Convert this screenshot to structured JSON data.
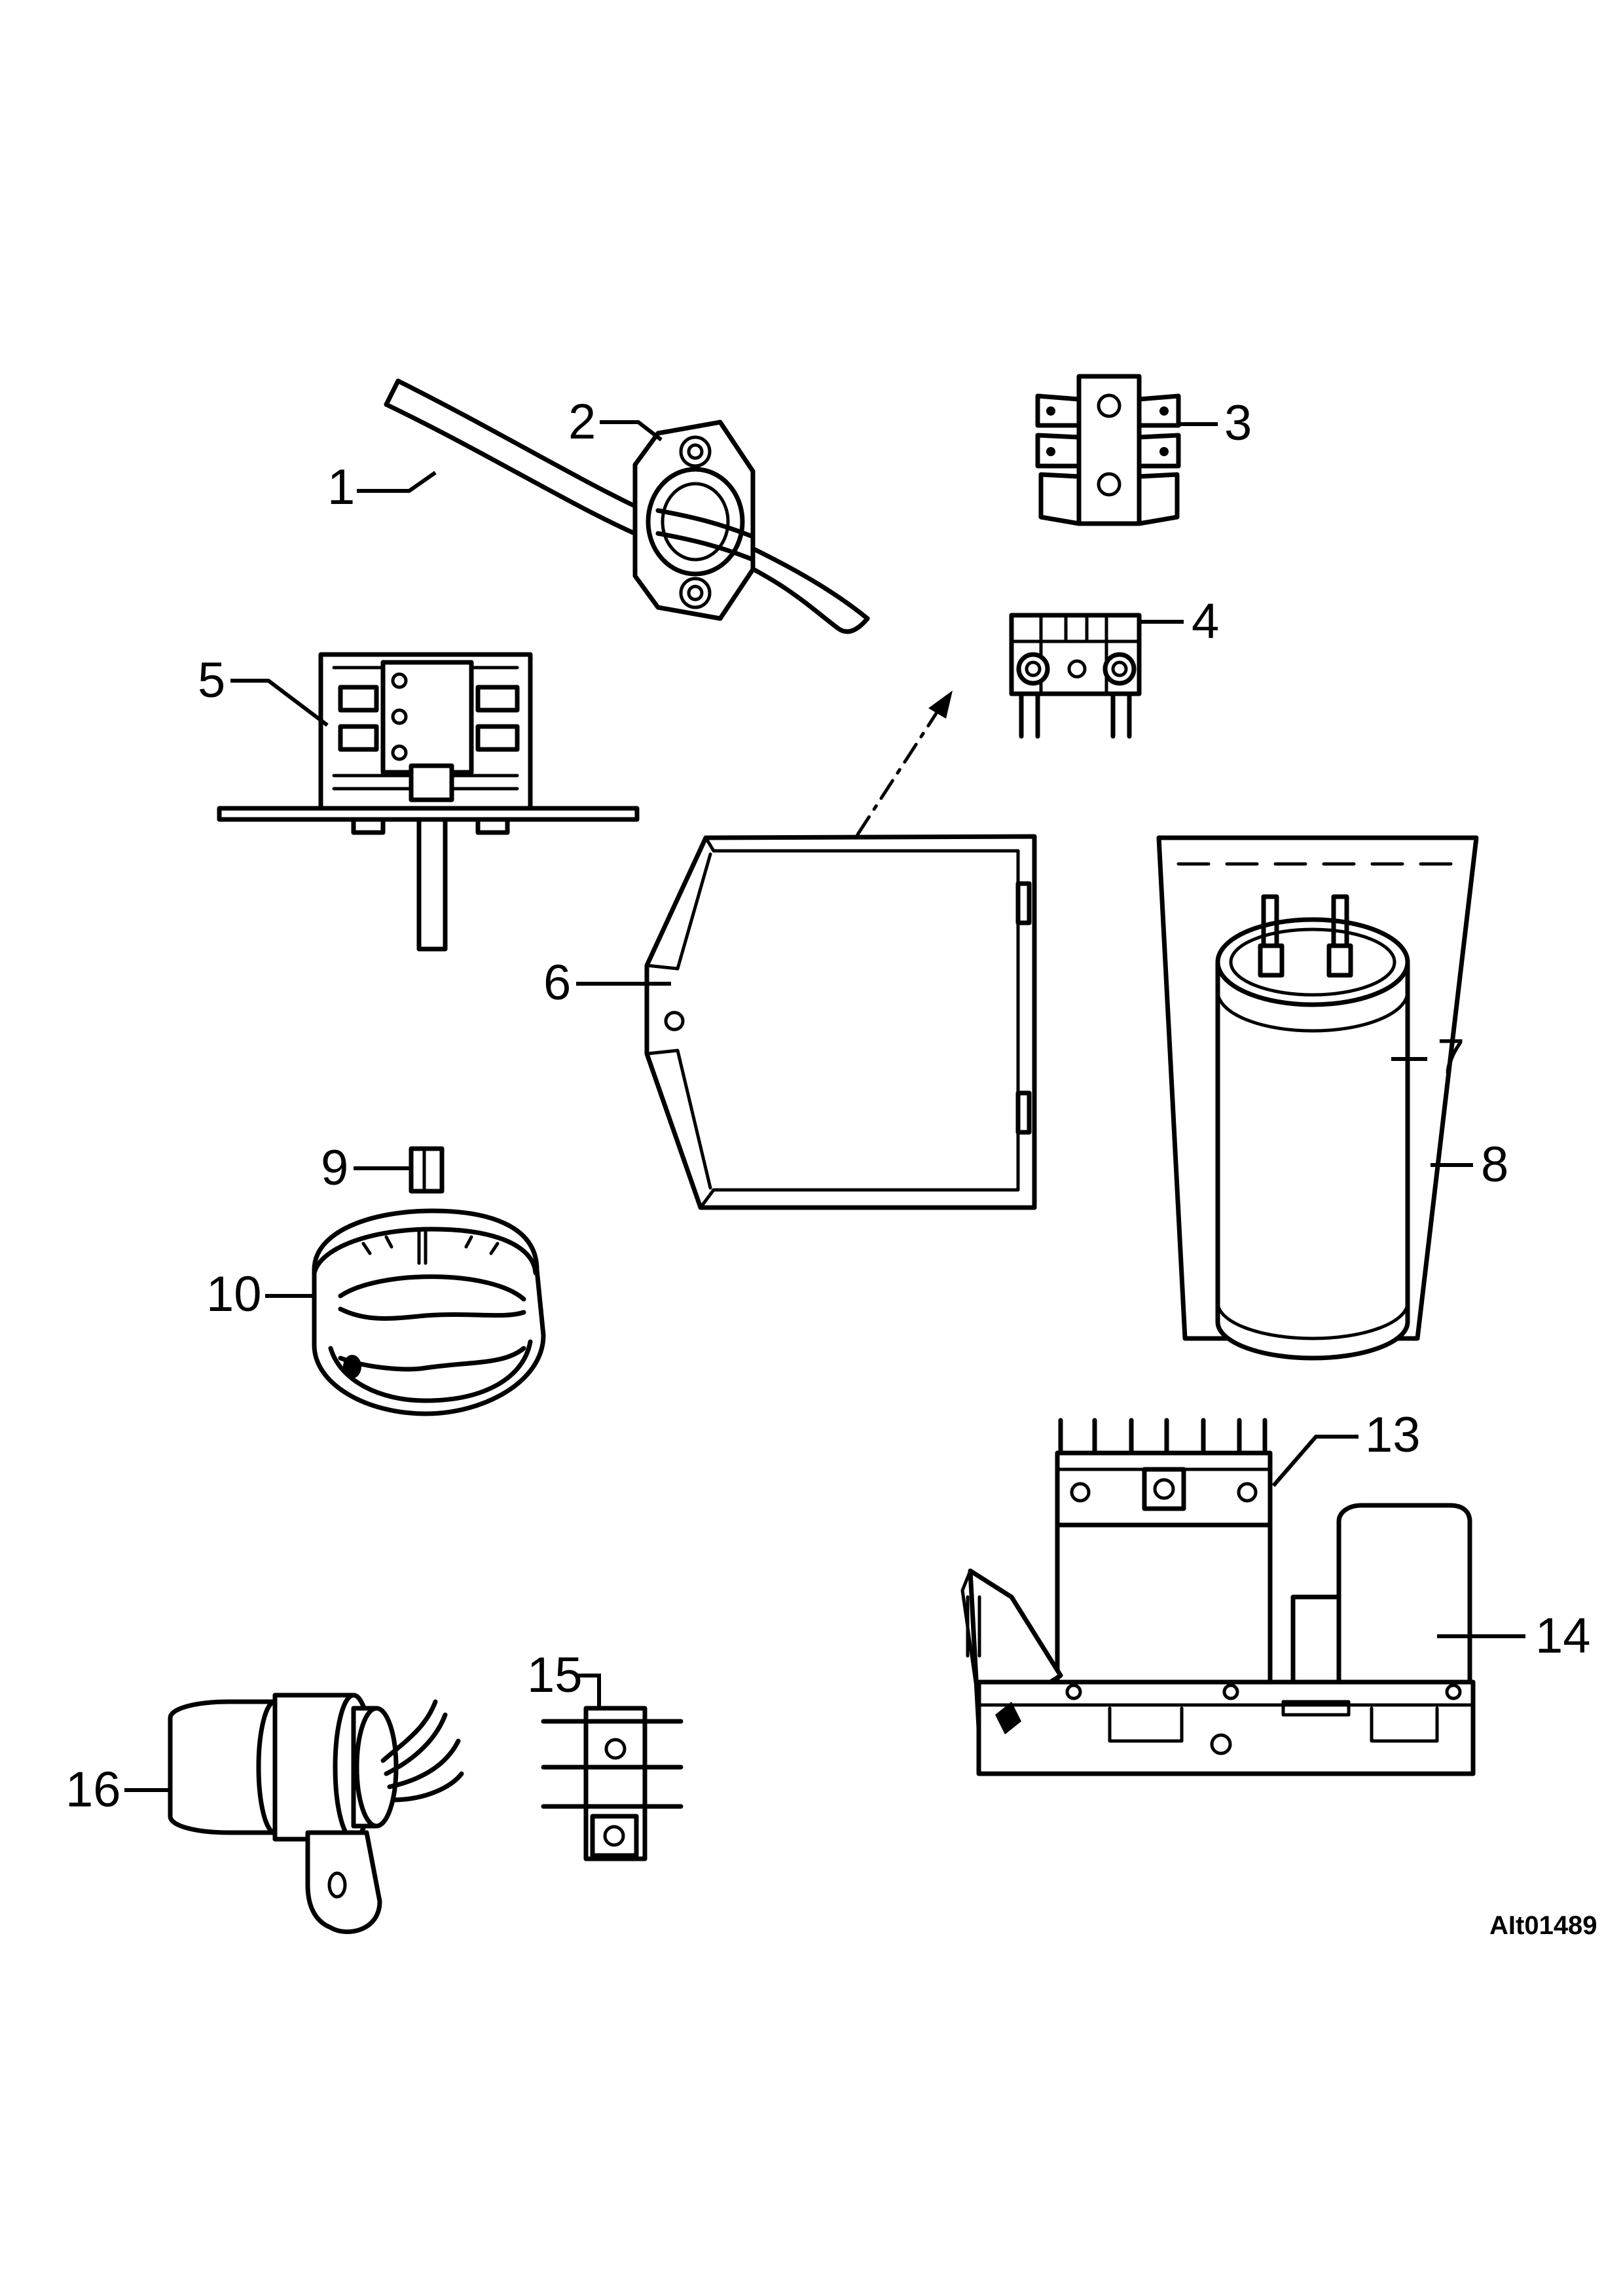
{
  "callouts": [
    {
      "id": "1",
      "label": "1"
    },
    {
      "id": "2",
      "label": "2"
    },
    {
      "id": "3",
      "label": "3"
    },
    {
      "id": "4",
      "label": "4"
    },
    {
      "id": "5",
      "label": "5"
    },
    {
      "id": "6",
      "label": "6"
    },
    {
      "id": "7",
      "label": "7"
    },
    {
      "id": "8",
      "label": "8"
    },
    {
      "id": "9",
      "label": "9"
    },
    {
      "id": "10",
      "label": "10"
    },
    {
      "id": "13",
      "label": "13"
    },
    {
      "id": "14",
      "label": "14"
    },
    {
      "id": "15",
      "label": "15"
    },
    {
      "id": "16",
      "label": "16"
    }
  ],
  "reference_code": "AIt01489"
}
